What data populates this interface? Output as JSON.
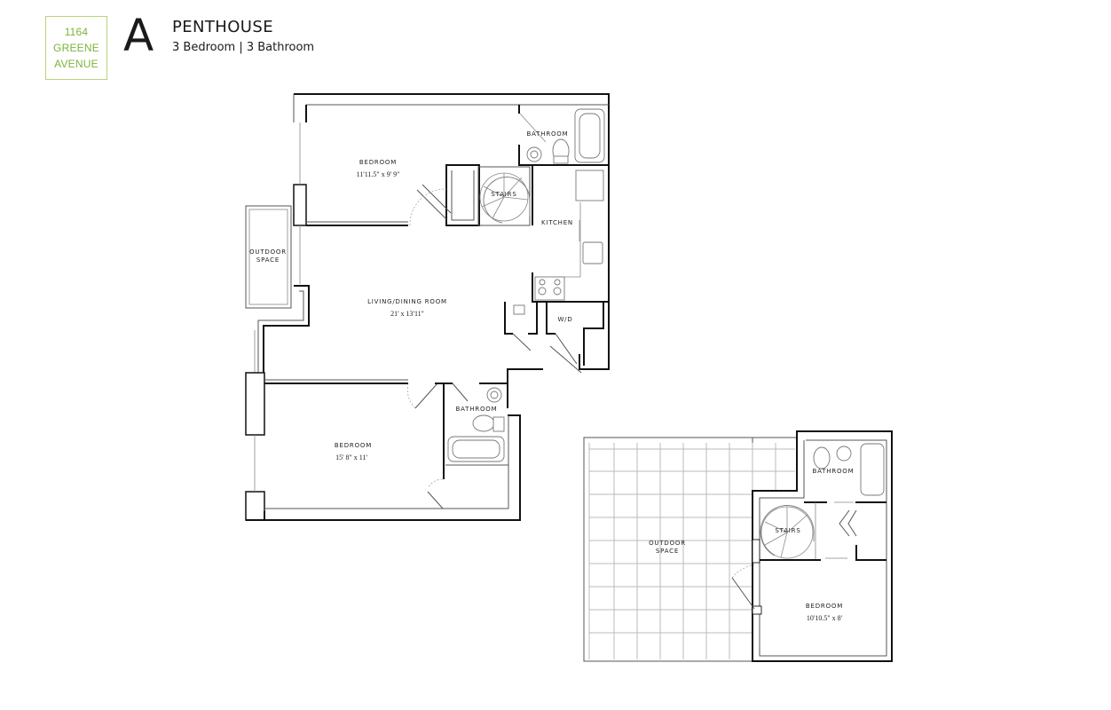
{
  "brand": {
    "lines": [
      "1164",
      "GREENE",
      "AVENUE"
    ],
    "color": "#7cb33a",
    "border_color": "#b9d47a"
  },
  "unit": {
    "letter": "A",
    "title": "PENTHOUSE",
    "subtitle": "3 Bedroom | 3 Bathroom"
  },
  "floor_plan": {
    "lower_level": {
      "rooms": [
        {
          "name": "BEDROOM",
          "dimensions": "11'11.5\" x 9' 9\""
        },
        {
          "name": "BATHROOM",
          "dimensions": ""
        },
        {
          "name": "STAIRS",
          "dimensions": ""
        },
        {
          "name": "KITCHEN",
          "dimensions": ""
        },
        {
          "name": "OUTDOOR",
          "name2": "SPACE",
          "dimensions": ""
        },
        {
          "name": "LIVING/DINING ROOM",
          "dimensions": "21' x 13'11\""
        },
        {
          "name": "W/D",
          "dimensions": ""
        },
        {
          "name": "BATHROOM",
          "dimensions": ""
        },
        {
          "name": "BEDROOM",
          "dimensions": "15' 8\" x 11'"
        }
      ]
    },
    "upper_level": {
      "rooms": [
        {
          "name": "BATHROOM",
          "dimensions": ""
        },
        {
          "name": "STAIRS",
          "dimensions": ""
        },
        {
          "name": "OUTDOOR",
          "name2": "SPACE",
          "dimensions": ""
        },
        {
          "name": "BEDROOM",
          "dimensions": "10'10.5\" x 8'"
        }
      ]
    }
  }
}
